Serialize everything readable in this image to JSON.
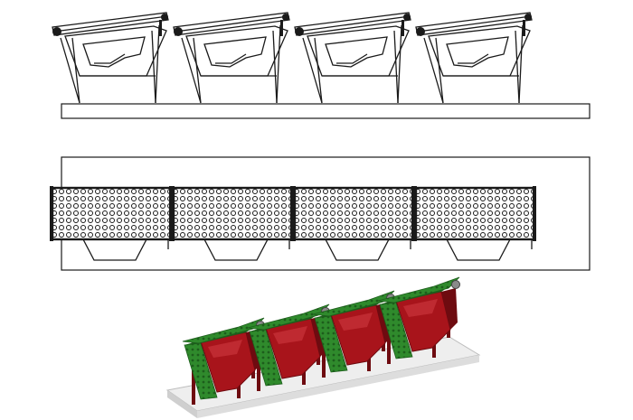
{
  "figure": {
    "views": [
      {
        "id": "side-elevation",
        "unit_count": 4
      },
      {
        "id": "plan-view",
        "unit_count": 4
      },
      {
        "id": "isometric-render",
        "unit_count": 4
      }
    ]
  },
  "colors": {
    "line": "#1a1a1a",
    "paper": "#ffffff",
    "hopper_red": "#a8141b",
    "hopper_red_dark": "#6e0b10",
    "hopper_red_light": "#c9333a",
    "screen_green": "#2f8a2c",
    "screen_green_dark": "#1d5e1c",
    "base_light": "#eeeeee",
    "base_shade": "#cfcfcf"
  }
}
